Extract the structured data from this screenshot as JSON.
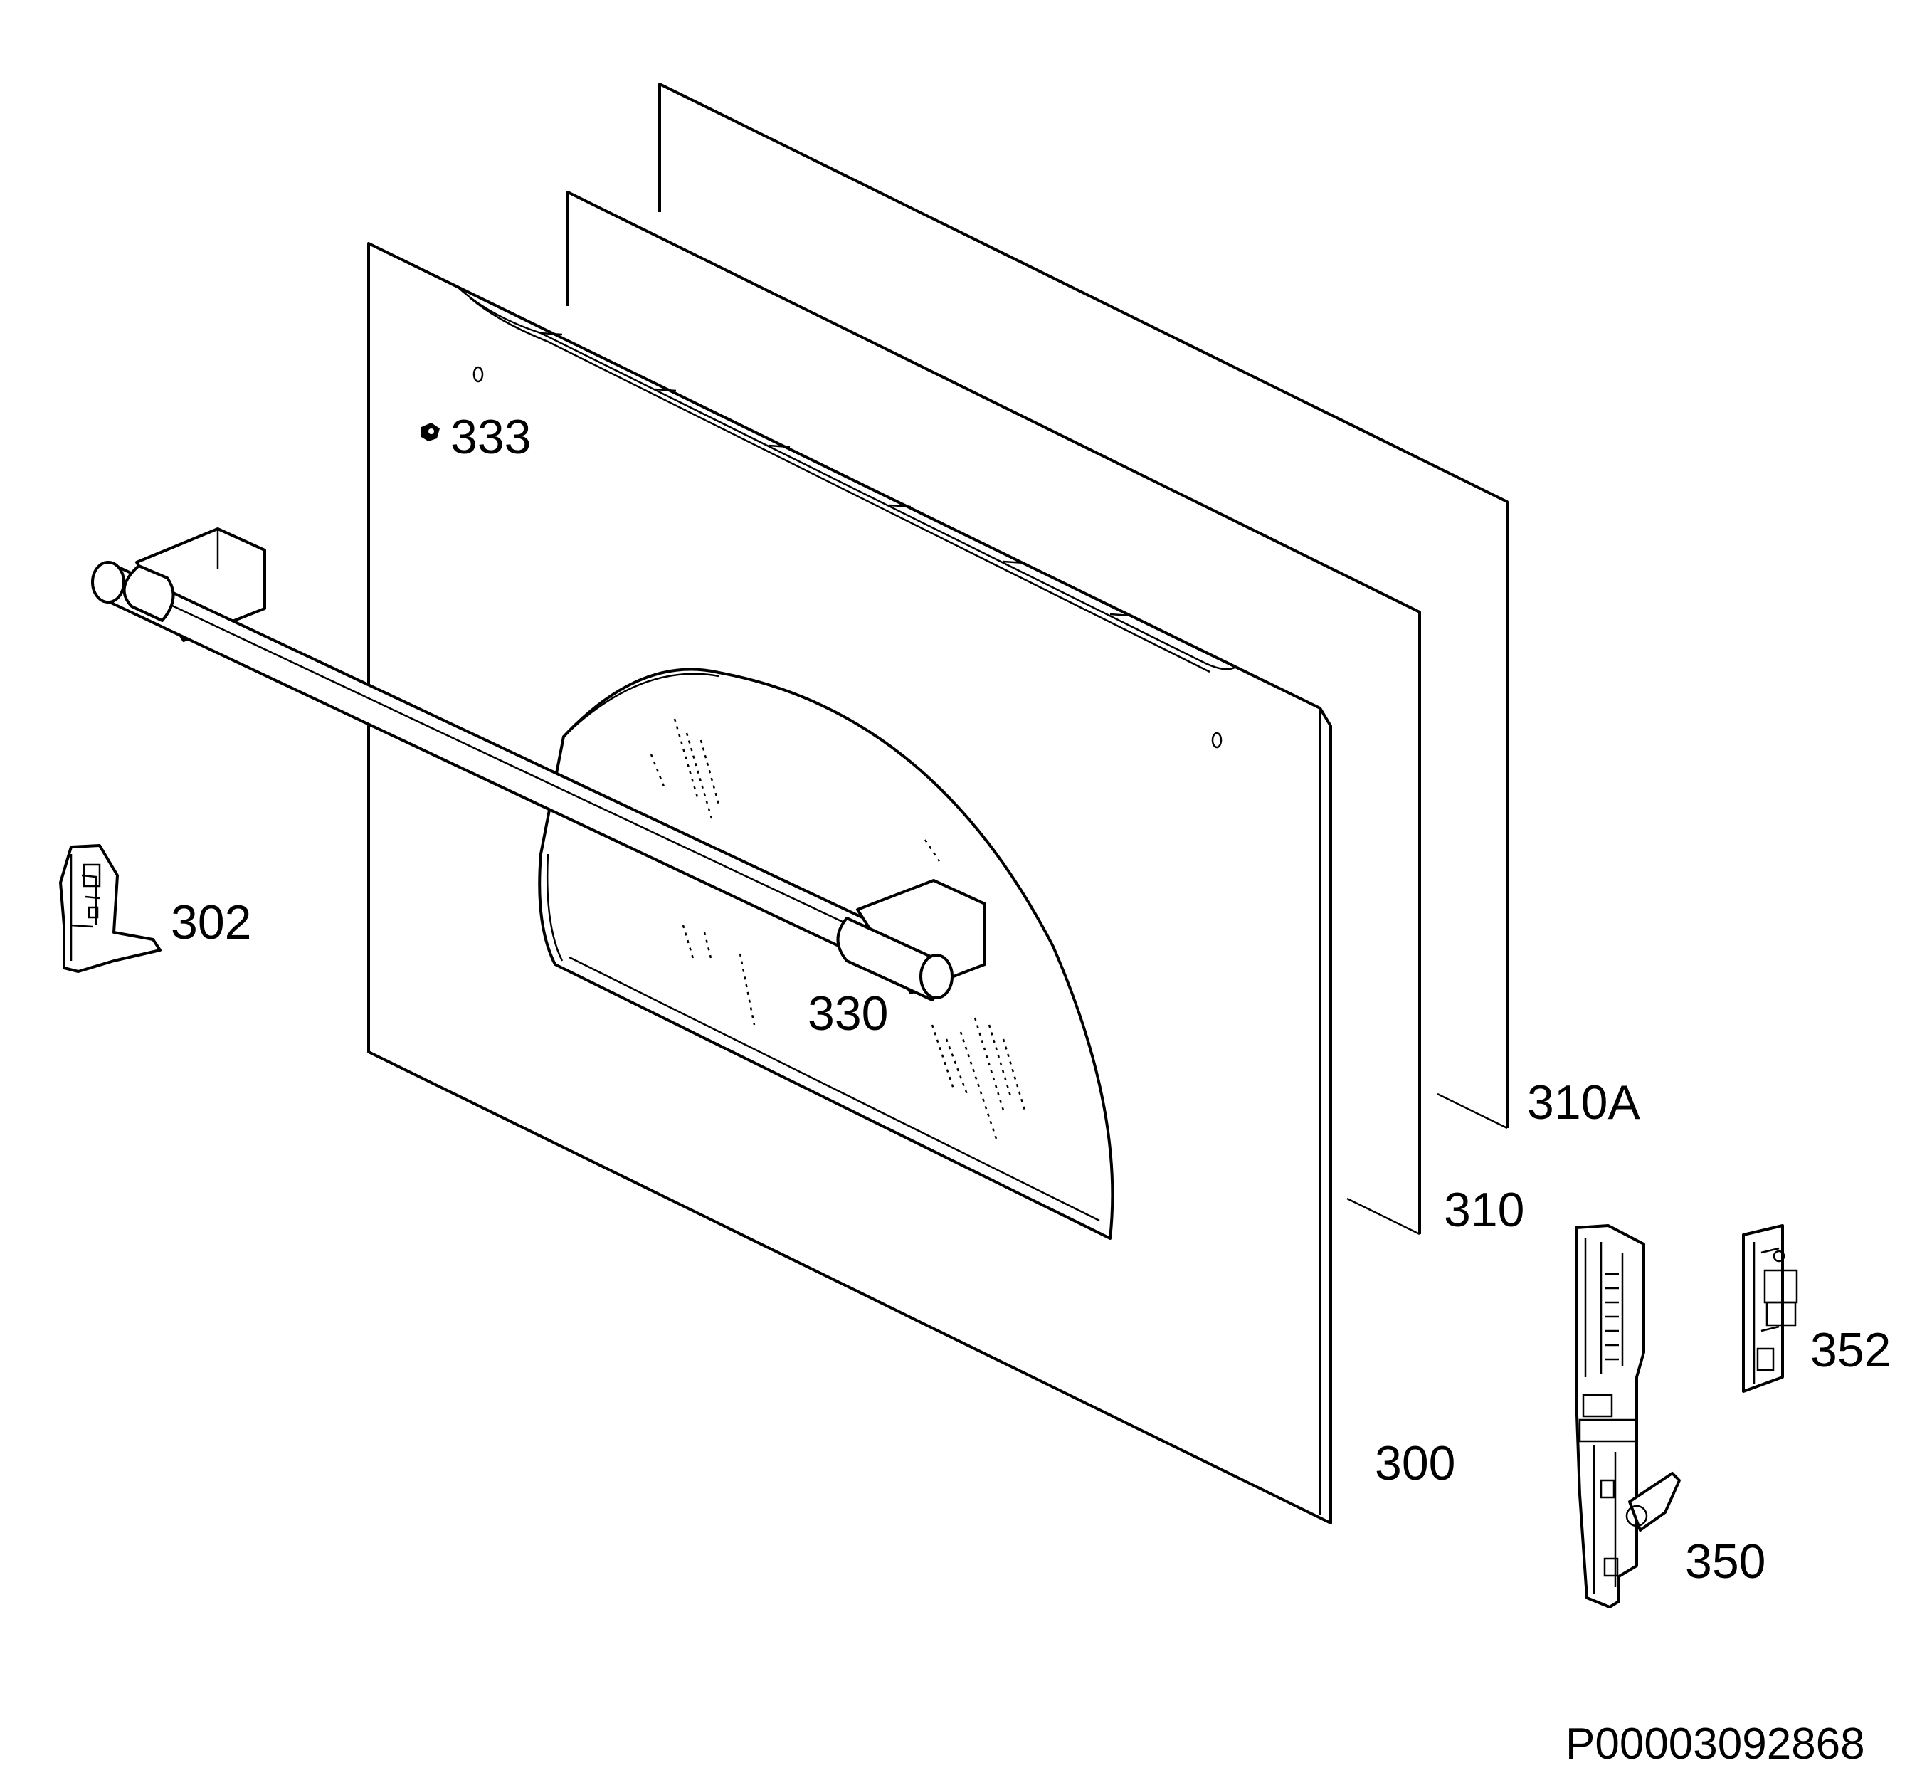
{
  "diagram": {
    "callouts": {
      "p333": "333",
      "p302": "302",
      "p330": "330",
      "p310a": "310A",
      "p310": "310",
      "p300": "300",
      "p352": "352",
      "p350": "350"
    },
    "drawing_code": "P00003092868"
  }
}
